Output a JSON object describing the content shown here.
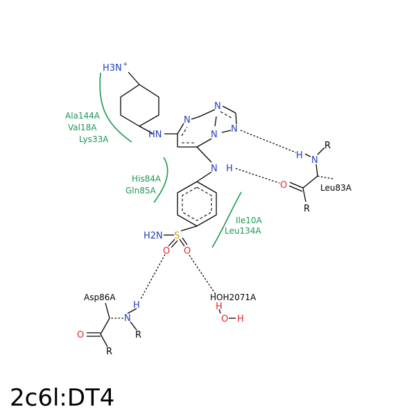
{
  "title": "2c6l:DT4",
  "colors": {
    "nitrogen": "#1f3fbf",
    "oxygen": "#e3262b",
    "sulfur": "#c8a000",
    "carbon_bond": "#000000",
    "hydrophobic": "#1a9850"
  },
  "ligand_atoms": {
    "amine_nh3": "H3N",
    "amine_plus": "+",
    "hn_link": "HN",
    "ring_n1": "N",
    "ring_n2": "N",
    "ring_n3": "N",
    "ring_n4": "N",
    "nh_link_n": "N",
    "nh_link_h": "H",
    "sulfonamide_nh2": "H2N",
    "sulfur": "S",
    "o_left": "O",
    "o_right": "O"
  },
  "hbond_partners": {
    "leu83": {
      "h": "H",
      "n": "N",
      "r_top": "R",
      "o": "O",
      "r_bottom": "R",
      "label": "Leu83A"
    },
    "asp86": {
      "label": "Asp86A",
      "h": "H",
      "n": "N",
      "r_n": "R",
      "o": "O",
      "r_bottom": "R"
    },
    "water": {
      "label": "HOH2071A",
      "h_top": "H",
      "o": "O",
      "h_right": "H"
    }
  },
  "hydrophobic_contacts": {
    "group1": [
      "Ala144A",
      "Val18A",
      "Lys33A"
    ],
    "group2": [
      "His84A",
      "Gln85A"
    ],
    "group3": [
      "Ile10A",
      "Leu134A"
    ]
  }
}
